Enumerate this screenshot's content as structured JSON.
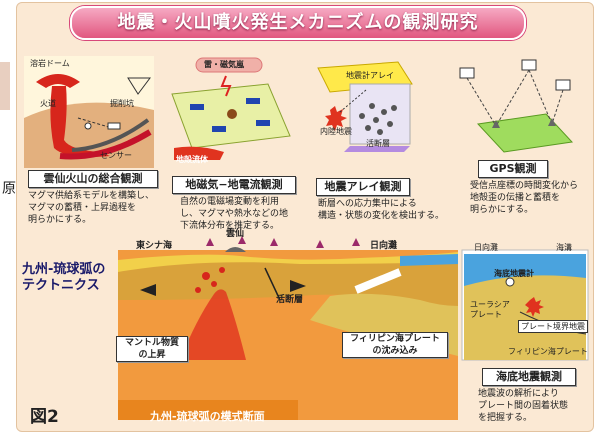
{
  "title": "地震・火山噴火発生メカニズムの観測研究",
  "figure_label": "図2",
  "stray_left_char": "原",
  "tectonics_label": [
    "九州-琉球弧の",
    "テクトニクス"
  ],
  "cross_section_title": "九州-琉球弧の模式断面",
  "inset_labels": {
    "lava_dome": "溶岩ドーム",
    "conduit": "火道",
    "drill_hole": "掘削坑",
    "sensor": "センサー",
    "thunder_magnetic": "雷・磁気嵐",
    "crustal_fluid": "地殻流体",
    "seismometer_array": "地震計アレイ",
    "inland_earthquake": "内陸地震",
    "active_fault": "活断層"
  },
  "panels": [
    {
      "label": "雲仙火山の総合観測",
      "lines": [
        "マグマ供給系モデルを構築し、",
        "マグマの蓄積・上昇過程を",
        "明らかにする。"
      ]
    },
    {
      "label": "地磁気−地電流観測",
      "lines": [
        "自然の電磁場変動を利用",
        "し、マグマや熱水などの地",
        "下流体分布を推定する。"
      ]
    },
    {
      "label": "地震アレイ観測",
      "lines": [
        "断層への応力集中による",
        "構造・状態の変化を検出する。"
      ]
    },
    {
      "label": "GPS観測",
      "lines": [
        "受信点座標の時間変化から",
        "地殻歪の伝播と蓄積を",
        "明らかにする。"
      ]
    },
    {
      "label": "海底地震観測",
      "lines": [
        "地震波の解析により",
        "プレート間の固着状態",
        "を把握する。"
      ]
    }
  ],
  "cross_section": {
    "east_china_sea": "東シナ海",
    "unzen": "雲仙",
    "hyuganada": "日向灘",
    "active_fault": "活断層",
    "mantle_rise": [
      "マントル物質",
      "の上昇"
    ],
    "philippine_plate": [
      "フィリピン海プレート",
      "の沈み込み"
    ]
  },
  "trench_inset": {
    "hyuganada": "日向灘",
    "trench": "海溝",
    "obs": "海底地震計",
    "eurasia": [
      "ユーラシア",
      "プレート"
    ],
    "boundary_quake": "プレート境界地震",
    "philippine_plate": "フィリピン海プレート"
  },
  "colors": {
    "banner": "#e1577f",
    "frame": "#fbe9d4",
    "magma": "#e0331f",
    "crust": "#d9a23b",
    "sea": "#4aa3de",
    "mantle": "#f29a3e"
  }
}
